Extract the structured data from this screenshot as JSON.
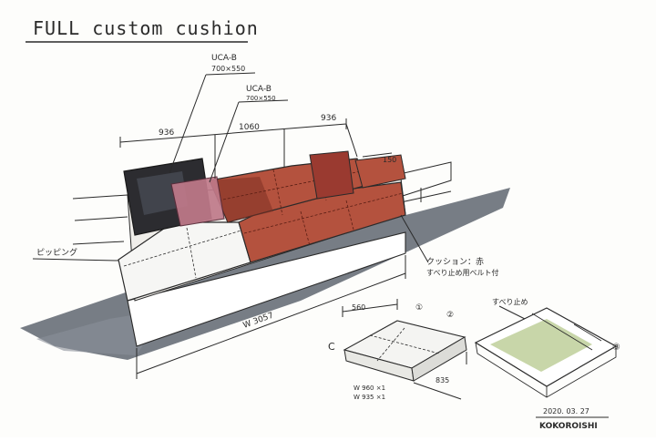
{
  "title": "FULL custom cushion",
  "labels": {
    "cushion_a_code": "UCA-B",
    "cushion_a_size": "700×550",
    "cushion_b_code": "UCA-B",
    "cushion_b_size": "700×550",
    "dim_left": "936",
    "dim_center": "1060",
    "dim_right": "936",
    "dim_back_depth": "150",
    "piping": "ピッピング",
    "cushion_note_line1": "クッション：赤",
    "cushion_note_line2": "すべり止め用ベルト付",
    "overall_width": "W 3057",
    "detail_top": "560",
    "detail_circle_a": "①",
    "detail_circle_b": "②",
    "detail_side_a": "W 960 ×1",
    "detail_side_b": "W 935 ×1",
    "detail_depth": "835",
    "detail_c": "C",
    "detail_underside": "すべり止め",
    "detail_mark": "③",
    "date": "2020. 03. 27",
    "author": "KOKOROISHI"
  },
  "colors": {
    "cushion": "#b4523e",
    "cushion_dark": "#7e2f22",
    "pillow_black": "#2c2c30",
    "pillow_pink": "#c07a8a",
    "shadow": "#5f6670",
    "pad_green": "#c2d2a0",
    "ink": "#2a2a2a"
  }
}
